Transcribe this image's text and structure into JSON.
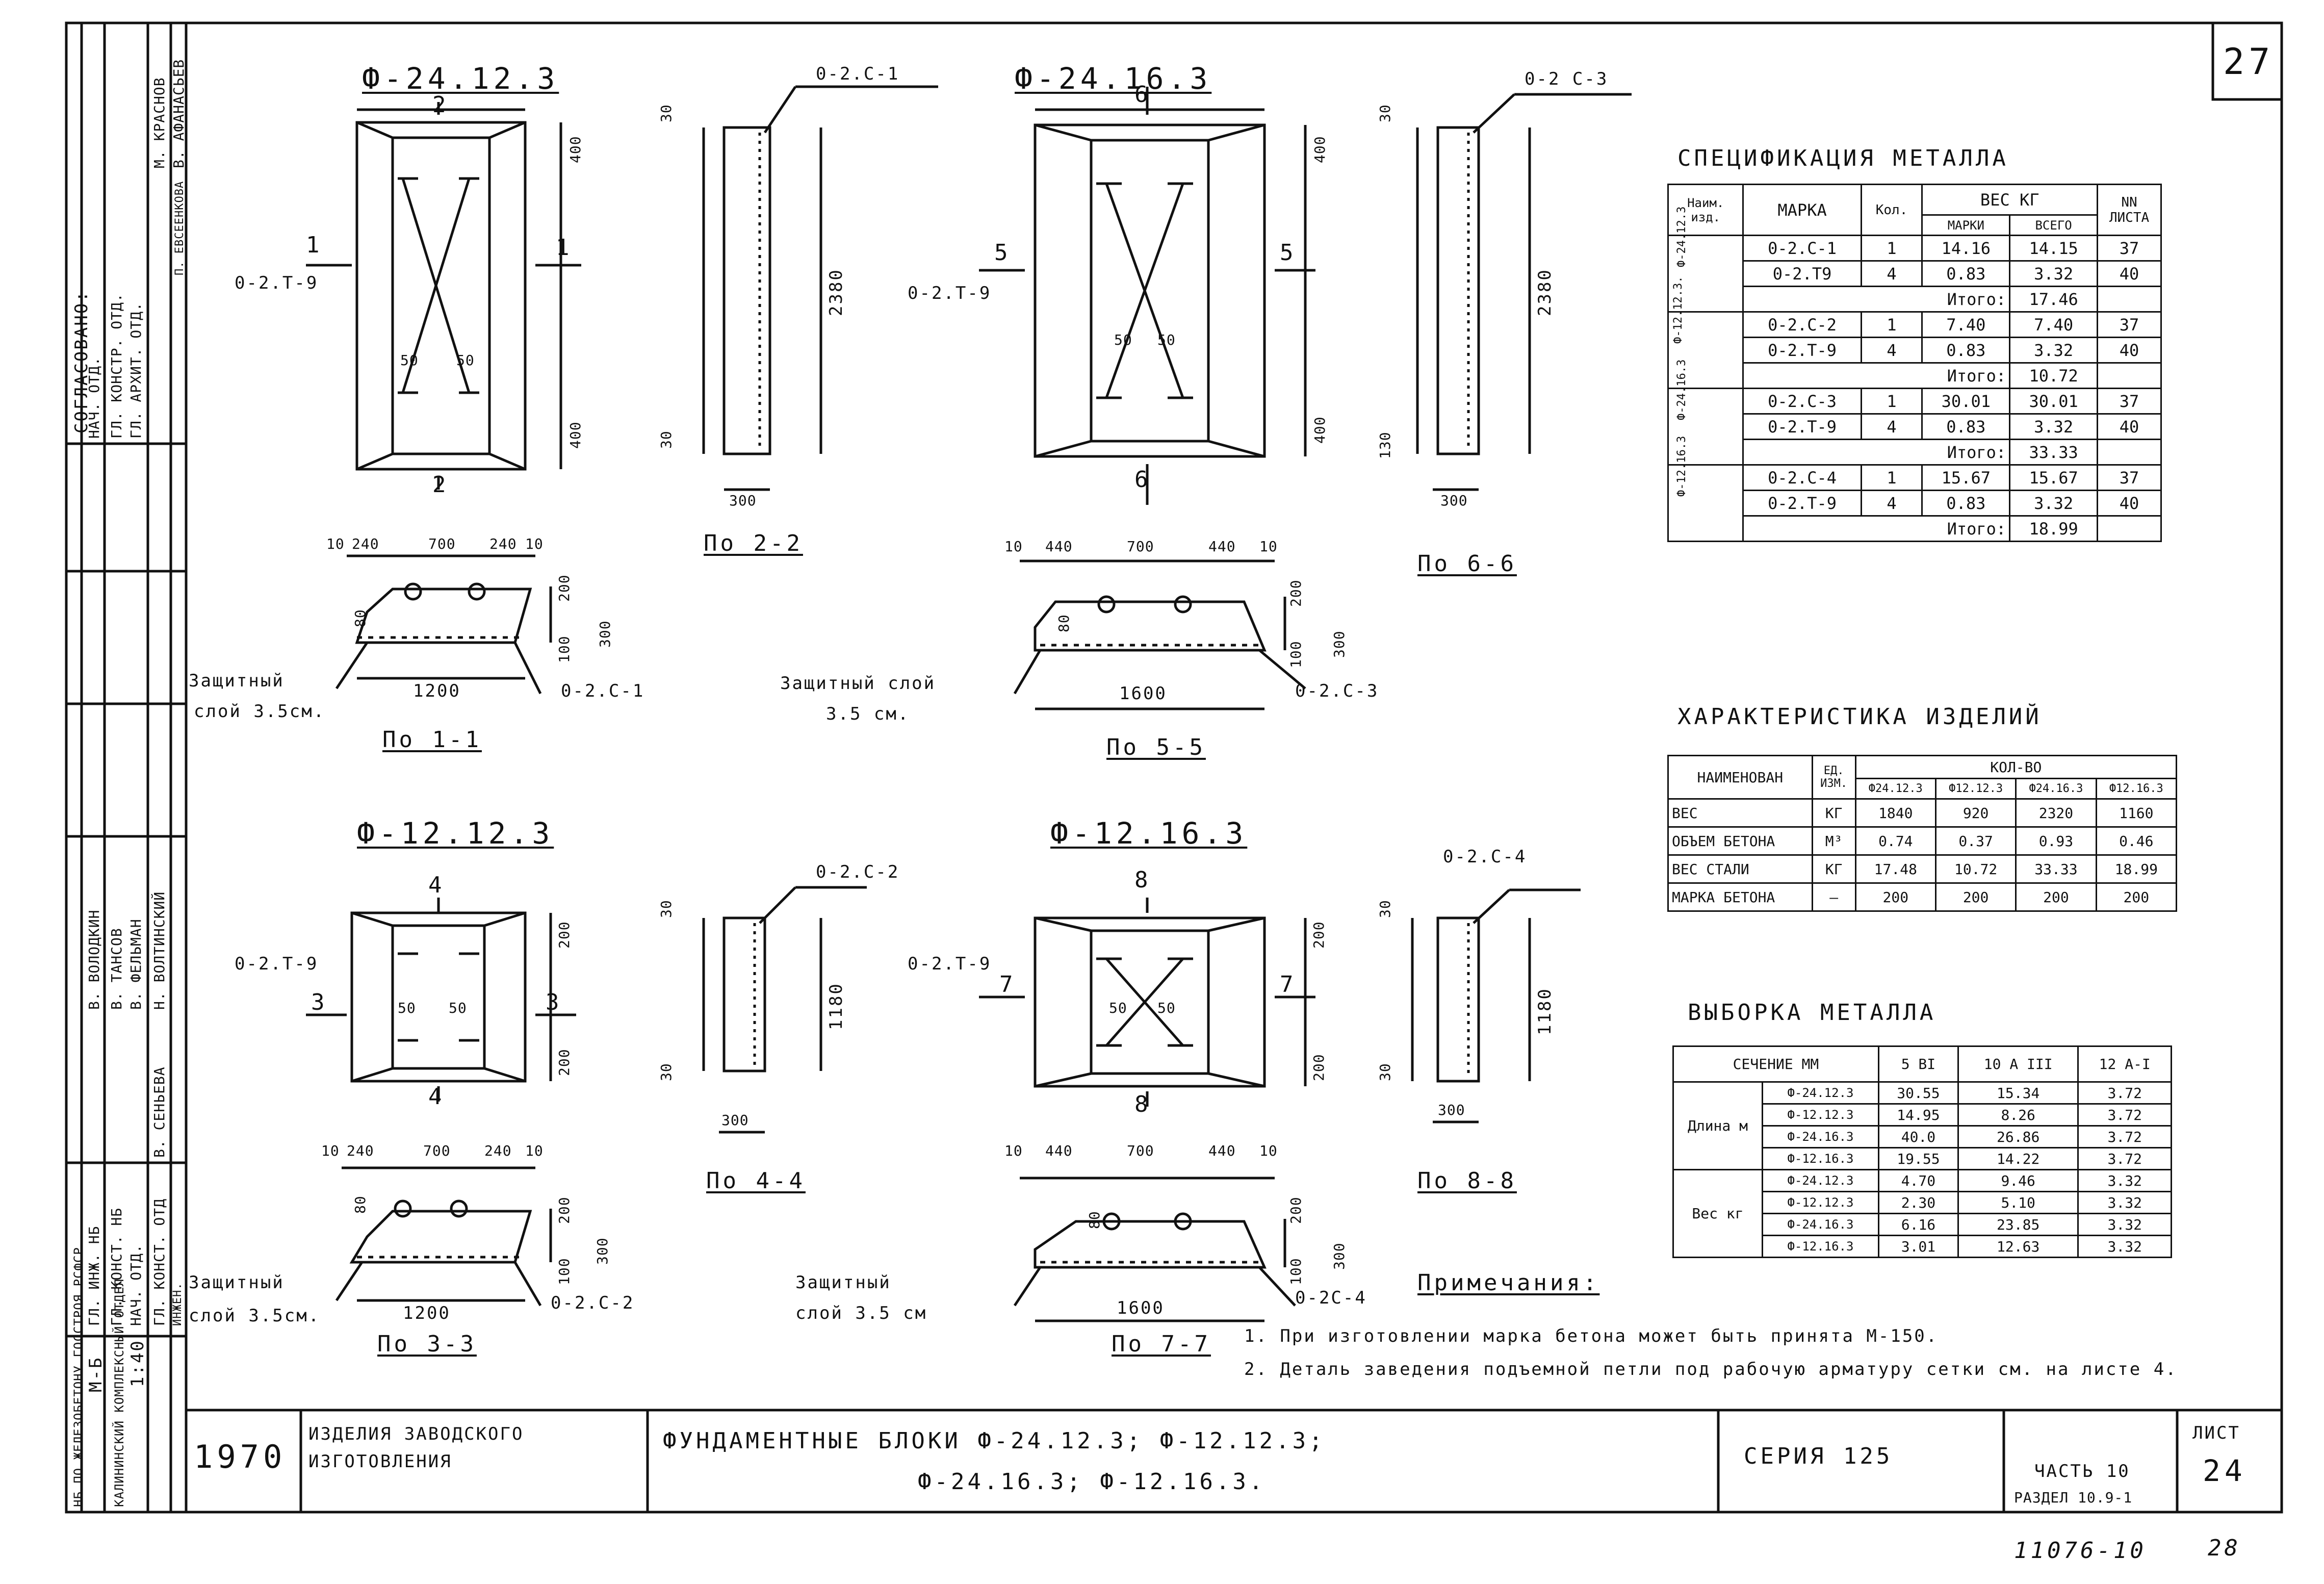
{
  "sheet_number_top": "27",
  "sheet_number_bottom": "24",
  "stamp_number": "11076-10",
  "stamp_page": "28",
  "left_strip": {
    "agreed_title": "СОГЛАСОВАНО:",
    "agreed_roles": [
      "НАЧ. ОТД.",
      "ГЛ. КОНСТР. ОТД.",
      "ГЛ. АРХИТ. ОТД."
    ],
    "agreed_names": [
      "М. КРАСНОВ",
      "В. АФАНАСЬЕВ",
      "П. ЕВСЕЕНКОВА"
    ],
    "authors": [
      "Н. ВОЛТИНСКИЙ",
      "В. ФЕЛЬМАН",
      "В. ТАНСОВ",
      "В. ВОЛОДКИН",
      "В. СЕНЬЕВА"
    ],
    "roles": [
      "ГЛ. ИНЖ. НБ",
      "ГЛ. КОНСТ. НБ",
      "НАЧ. ОТД.",
      "ГЛ. КОНСТ. ОТД",
      "ИНЖЕН."
    ],
    "scale_label": "М-Б",
    "scale": "1:40",
    "org_1": "НБ ПО ЖЕЛЕЗОБЕТОНУ ГОССТРОЯ РСФСР",
    "org_2": "КАЛИНИНСКИЙ КОМПЛЕКСНЫЙ ОТДЕЛ"
  },
  "title_block": {
    "year": "1970",
    "category": "ИЗДЕЛИЯ ЗАВОДСКОГО ИЗГОТОВЛЕНИЯ",
    "title_line1": "ФУНДАМЕНТНЫЕ БЛОКИ Ф-24.12.3; Ф-12.12.3;",
    "title_line2": "Ф-24.16.3; Ф-12.16.3.",
    "series": "СЕРИЯ 125",
    "part": "ЧАСТЬ 10",
    "section": "РАЗДЕЛ 10.9-1",
    "sheet_label": "ЛИСТ"
  },
  "drawings": {
    "b1": {
      "title": "Ф-24.12.3",
      "cut_top": "2",
      "cut_bot": "2",
      "sec_l": "1",
      "sec_r": "1",
      "bar": "0-2.Т-9",
      "dim_top": "400",
      "dim_bot": "400",
      "d50a": "50",
      "d50b": "50"
    },
    "s22": {
      "tag": "0-2.С-1",
      "dim_h": "2380",
      "d30a": "30",
      "d30b": "30",
      "d300": "300",
      "caption": "По 2-2"
    },
    "b2": {
      "title": "Ф-24.16.3",
      "cut_top": "6",
      "cut_bot": "6",
      "sec_l": "5",
      "sec_r": "5",
      "bar": "0-2.Т-9",
      "dim_top": "400",
      "dim_bot": "400",
      "d50a": "50",
      "d50b": "50"
    },
    "s66": {
      "tag": "0-2 С-3",
      "dim_h": "2380",
      "d30a": "30",
      "d30b": "130",
      "d300": "300",
      "caption": "По 6-6"
    },
    "s11": {
      "dims_top": [
        "10",
        "240",
        "700",
        "240",
        "10"
      ],
      "width": "1200",
      "tag": "0-2.С-1",
      "prot_1": "Защитный",
      "prot_2": "слой 3.5см.",
      "d_a": "200",
      "d_b": "300",
      "d_c": "100",
      "d_d": "80",
      "caption": "По 1-1"
    },
    "s55": {
      "dims_top": [
        "10",
        "440",
        "700",
        "440",
        "10"
      ],
      "width": "1600",
      "tag": "0-2.С-3",
      "prot_1": "Защитный слой",
      "prot_2": "3.5 см.",
      "d_a": "200",
      "d_b": "300",
      "d_c": "100",
      "d_d": "80",
      "caption": "По 5-5"
    },
    "b3": {
      "title": "Ф-12.12.3",
      "cut_top": "4",
      "cut_bot": "4",
      "sec_l": "3",
      "sec_r": "3",
      "bar": "0-2.Т-9",
      "dim_top": "200",
      "dim_bot": "200",
      "d50a": "50",
      "d50b": "50"
    },
    "s44": {
      "tag": "0-2.С-2",
      "dim_h": "1180",
      "d30a": "30",
      "d30b": "30",
      "d300": "300",
      "caption": "По 4-4"
    },
    "b4": {
      "title": "Ф-12.16.3",
      "cut_top": "8",
      "cut_bot": "8",
      "sec_l": "7",
      "sec_r": "7",
      "bar": "0-2.Т-9",
      "dim_top": "200",
      "dim_bot": "200",
      "d50a": "50",
      "d50b": "50"
    },
    "s88": {
      "tag": "0-2.С-4",
      "dim_h": "1180",
      "d30a": "30",
      "d30b": "30",
      "d300": "300",
      "caption": "По 8-8"
    },
    "s33": {
      "dims_top": [
        "10",
        "240",
        "700",
        "240",
        "10"
      ],
      "width": "1200",
      "tag": "0-2.С-2",
      "prot_1": "Защитный",
      "prot_2": "слой 3.5см.",
      "d_a": "200",
      "d_b": "300",
      "d_c": "100",
      "d_d": "80",
      "caption": "По 3-3"
    },
    "s77": {
      "dims_top": [
        "10",
        "440",
        "700",
        "440",
        "10"
      ],
      "width": "1600",
      "tag": "0-2С-4",
      "prot_1": "Защитный",
      "prot_2": "слой 3.5 см",
      "d_a": "200",
      "d_b": "300",
      "d_c": "100",
      "d_d": "80",
      "caption": "По 7-7"
    }
  },
  "spec_table": {
    "title": "СПЕЦИФИКАЦИЯ МЕТАЛЛА",
    "headers": {
      "name": "Наим. изд.",
      "mark": "МАРКА",
      "qty": "Кол.",
      "weight": "ВЕС КГ",
      "w_mark": "МАРКИ",
      "w_total": "ВСЕГО",
      "sheet": "NN ЛИСТА"
    },
    "groups": [
      {
        "name": "Ф-24.12.3",
        "rows": [
          [
            "0-2.С-1",
            "1",
            "14.16",
            "14.15",
            "37"
          ],
          [
            "0-2.Т9",
            "4",
            "0.83",
            "3.32",
            "40"
          ]
        ],
        "total_label": "Итого:",
        "total": "17.46"
      },
      {
        "name": "Ф-12.12.3.",
        "rows": [
          [
            "0-2.С-2",
            "1",
            "7.40",
            "7.40",
            "37"
          ],
          [
            "0-2.Т-9",
            "4",
            "0.83",
            "3.32",
            "40"
          ]
        ],
        "total_label": "Итого:",
        "total": "10.72"
      },
      {
        "name": "Ф-24.16.3",
        "rows": [
          [
            "0-2.С-3",
            "1",
            "30.01",
            "30.01",
            "37"
          ],
          [
            "0-2.Т-9",
            "4",
            "0.83",
            "3.32",
            "40"
          ]
        ],
        "total_label": "Итого:",
        "total": "33.33"
      },
      {
        "name": "Ф-12.16.3",
        "rows": [
          [
            "0-2.С-4",
            "1",
            "15.67",
            "15.67",
            "37"
          ],
          [
            "0-2.Т-9",
            "4",
            "0.83",
            "3.32",
            "40"
          ]
        ],
        "total_label": "Итого:",
        "total": "18.99"
      }
    ]
  },
  "char_table": {
    "title": "ХАРАКТЕРИСТИКА ИЗДЕЛИЙ",
    "h_name": "НАИМЕНОВАН",
    "h_unit": "ЕД. ИЗМ.",
    "h_qty": "КОЛ-ВО",
    "cols": [
      "Ф24.12.3",
      "Ф12.12.3",
      "Ф24.16.3",
      "Ф12.16.3"
    ],
    "rows": [
      [
        "ВЕС",
        "КГ",
        "1840",
        "920",
        "2320",
        "1160"
      ],
      [
        "ОБЪЕМ БЕТОНА",
        "М³",
        "0.74",
        "0.37",
        "0.93",
        "0.46"
      ],
      [
        "ВЕС СТАЛИ",
        "КГ",
        "17.48",
        "10.72",
        "33.33",
        "18.99"
      ],
      [
        "МАРКА БЕТОНА",
        "—",
        "200",
        "200",
        "200",
        "200"
      ]
    ]
  },
  "sel_table": {
    "title": "ВЫБОРКА МЕТАЛЛА",
    "h_section": "СЕЧЕНИЕ ММ",
    "cols": [
      "5 ВI",
      "10 А III",
      "12 А-I"
    ],
    "groups": [
      {
        "name": "Длина м",
        "rows": [
          [
            "Ф-24.12.3",
            "30.55",
            "15.34",
            "3.72"
          ],
          [
            "Ф-12.12.3",
            "14.95",
            "8.26",
            "3.72"
          ],
          [
            "Ф-24.16.3",
            "40.0",
            "26.86",
            "3.72"
          ],
          [
            "Ф-12.16.3",
            "19.55",
            "14.22",
            "3.72"
          ]
        ]
      },
      {
        "name": "Вес кг",
        "rows": [
          [
            "Ф-24.12.3",
            "4.70",
            "9.46",
            "3.32"
          ],
          [
            "Ф-12.12.3",
            "2.30",
            "5.10",
            "3.32"
          ],
          [
            "Ф-24.16.3",
            "6.16",
            "23.85",
            "3.32"
          ],
          [
            "Ф-12.16.3",
            "3.01",
            "12.63",
            "3.32"
          ]
        ]
      }
    ]
  },
  "notes": {
    "title": "Примечания:",
    "n1": "1. При изготовлении марка бетона может быть принята М-150.",
    "n2": "2. Деталь заведения подъемной петли под рабочую арматуру сетки см. на листе 4."
  }
}
